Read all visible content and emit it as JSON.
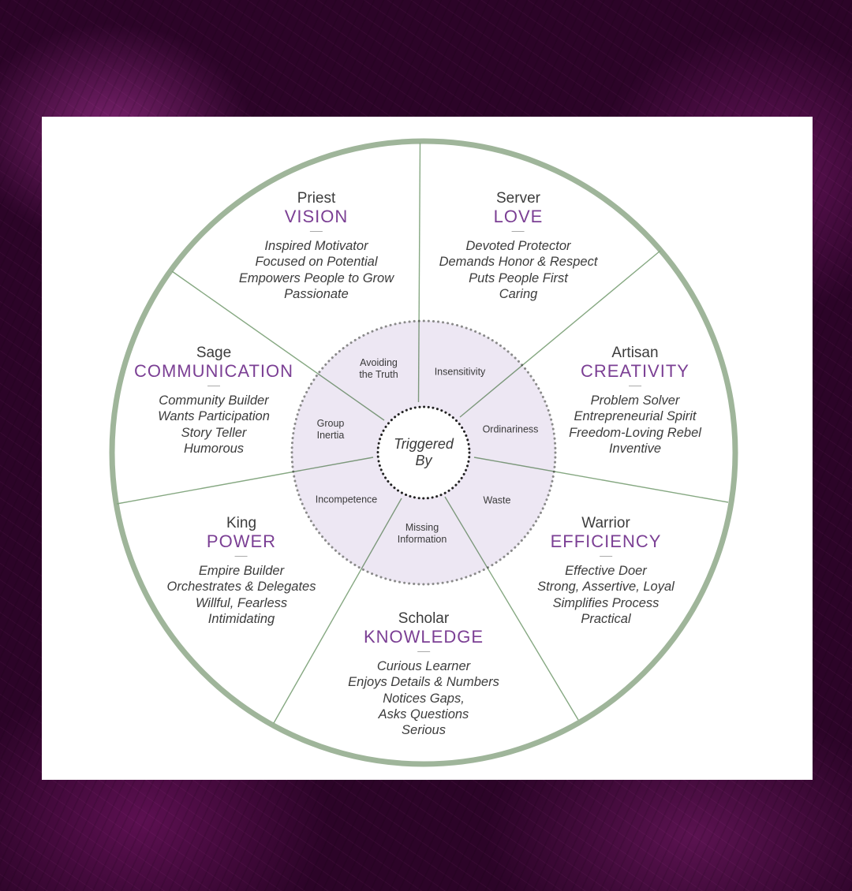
{
  "segments": [
    {
      "role": "Priest",
      "value": "VISION",
      "traits": [
        "Inspired Motivator",
        "Focused on Potential",
        "Empowers People to Grow",
        "Passionate"
      ]
    },
    {
      "role": "Server",
      "value": "LOVE",
      "traits": [
        "Devoted Protector",
        "Demands Honor & Respect",
        "Puts People First",
        "Caring"
      ]
    },
    {
      "role": "Artisan",
      "value": "CREATIVITY",
      "traits": [
        "Problem Solver",
        "Entrepreneurial Spirit",
        "Freedom-Loving Rebel",
        "Inventive"
      ]
    },
    {
      "role": "Warrior",
      "value": "EFFICIENCY",
      "traits": [
        "Effective Doer",
        "Strong, Assertive, Loyal",
        "Simplifies Process",
        "Practical"
      ]
    },
    {
      "role": "Scholar",
      "value": "KNOWLEDGE",
      "traits": [
        "Curious Learner",
        "Enjoys Details & Numbers",
        "Notices Gaps,",
        "Asks Questions",
        "Serious"
      ]
    },
    {
      "role": "King",
      "value": "POWER",
      "traits": [
        "Empire Builder",
        "Orchestrates & Delegates",
        "Willful, Fearless",
        "Intimidating"
      ]
    },
    {
      "role": "Sage",
      "value": "COMMUNICATION",
      "traits": [
        "Community Builder",
        "Wants Participation",
        "Story Teller",
        "Humorous"
      ]
    }
  ],
  "triggers": [
    {
      "line1": "Avoiding",
      "line2": "the Truth"
    },
    {
      "line1": "Insensitivity",
      "line2": ""
    },
    {
      "line1": "Ordinariness",
      "line2": ""
    },
    {
      "line1": "Waste",
      "line2": ""
    },
    {
      "line1": "Missing",
      "line2": "Information"
    },
    {
      "line1": "Incompetence",
      "line2": ""
    },
    {
      "line1": "Group",
      "line2": "Inertia"
    }
  ],
  "center": {
    "line1": "Triggered",
    "line2": "By"
  },
  "colors": {
    "ring": "#9fb59a",
    "divider": "#86a882",
    "accent": "#7b3f94",
    "inner_fill": "#ede7f3",
    "dots": "#8a8a8a",
    "center_dots": "#222222"
  }
}
